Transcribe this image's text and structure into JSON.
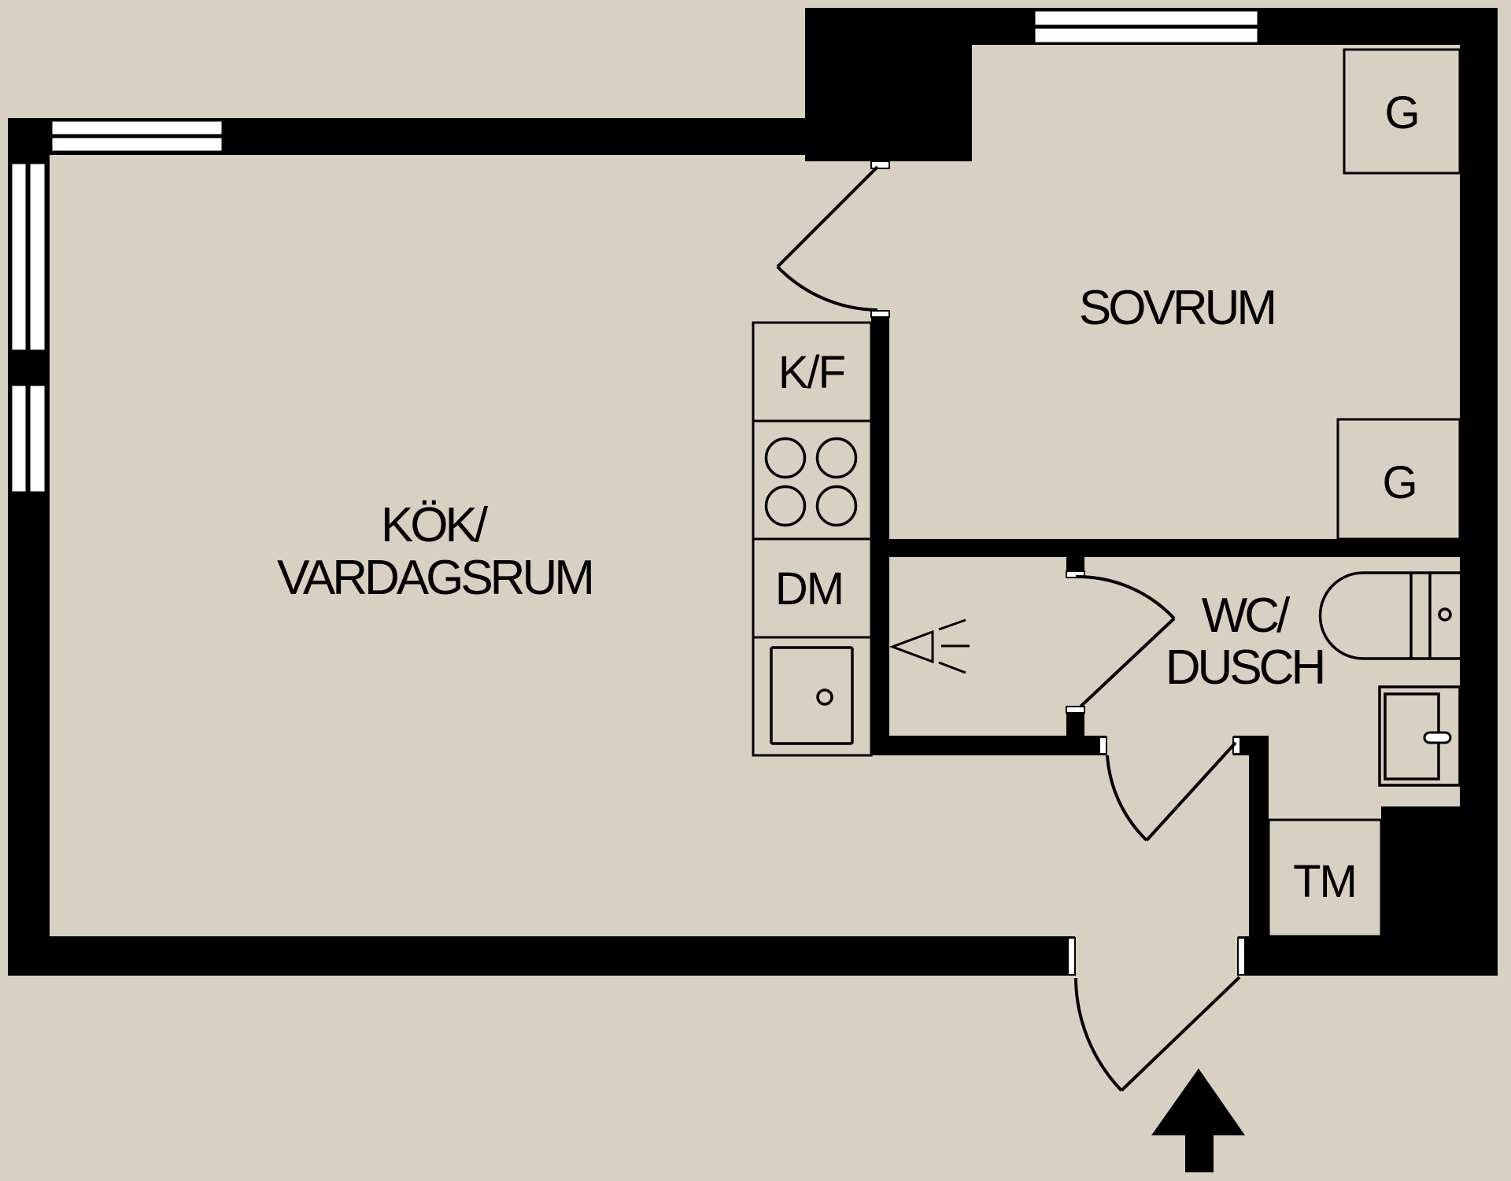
{
  "colors": {
    "floor": "#d8d0c3",
    "wall": "#000000",
    "line": "#000000",
    "window": "#ffffff"
  },
  "rooms": {
    "kitchen_living": {
      "label_line1": "KÖK/",
      "label_line2": "VARDAGSRUM"
    },
    "bedroom": {
      "label": "SOVRUM"
    },
    "bathroom": {
      "label_line1": "WC/",
      "label_line2": "DUSCH"
    }
  },
  "fixtures": {
    "fridge_freezer": {
      "label": "K/F"
    },
    "dishwasher": {
      "label": "DM"
    },
    "washing_machine": {
      "label": "TM"
    },
    "wardrobe_bedroom_top": {
      "label": "G"
    },
    "wardrobe_bedroom_mid": {
      "label": "G"
    }
  }
}
